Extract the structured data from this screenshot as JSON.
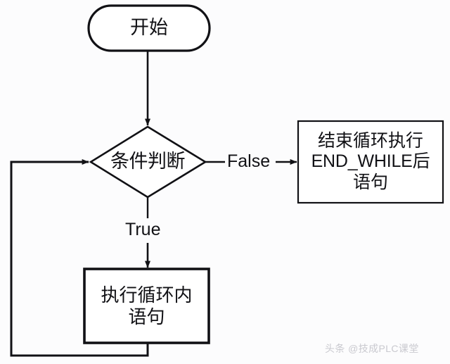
{
  "diagram": {
    "title": "WHILE loop flowchart",
    "background_color": "#fcfcfd",
    "stroke_color": "#111115",
    "nodes": {
      "start": {
        "shape": "rounded-pill",
        "label": "开始"
      },
      "decision": {
        "shape": "diamond",
        "label": "条件判断"
      },
      "end_box": {
        "shape": "rectangle",
        "line1": "结束循环执行",
        "line2": "END_WHILE后",
        "line3": "语句"
      },
      "process": {
        "shape": "rectangle",
        "line1": "执行循环内",
        "line2": "语句"
      }
    },
    "edges": {
      "false_label": "False",
      "true_label": "True"
    }
  },
  "watermark": {
    "text": "头条 @技成PLC课堂",
    "color": "#c9c9cf"
  }
}
